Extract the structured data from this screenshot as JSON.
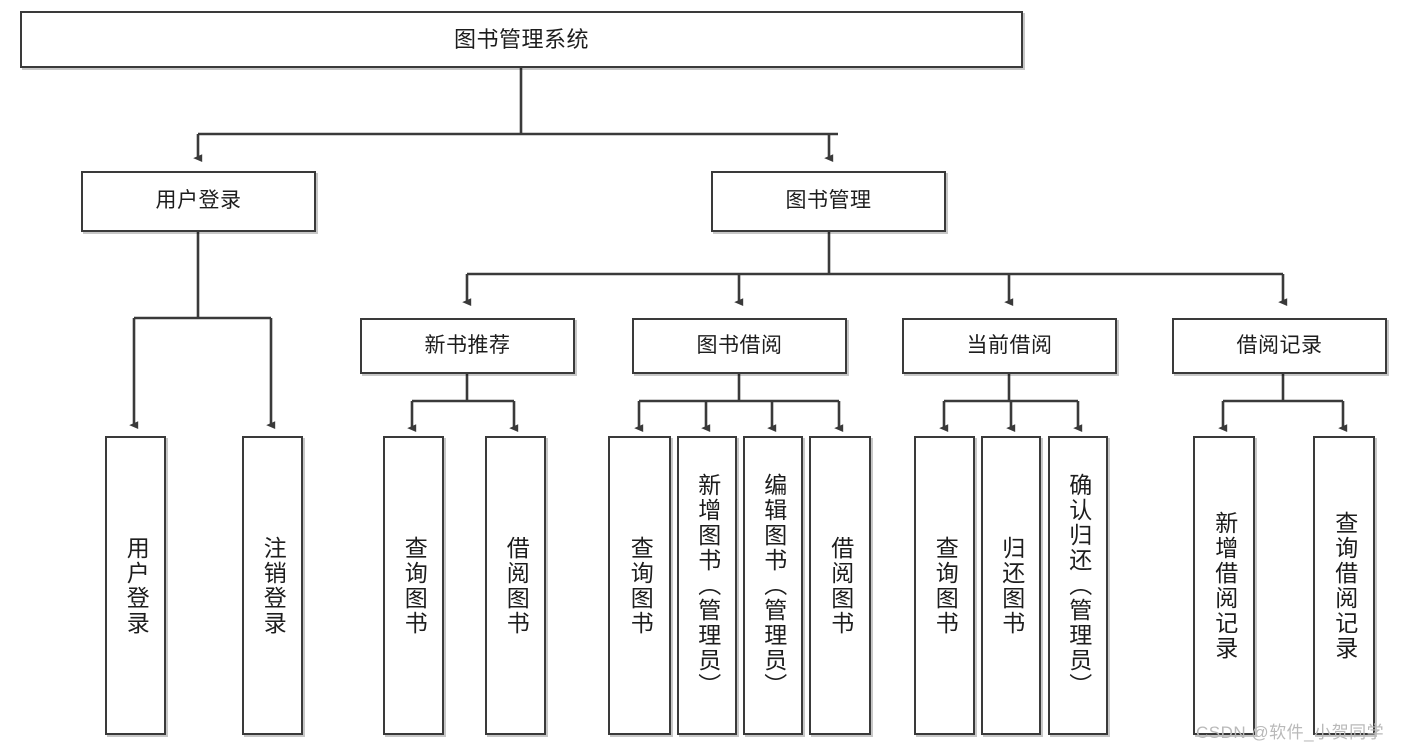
{
  "diagram": {
    "title": "图书管理系统",
    "watermark": "CSDN @软件_小贺同学",
    "line_color": "#3a3a3a",
    "box_fill": "#ffffff",
    "text_color": "#1d1d1d",
    "levels": {
      "level1": [
        {
          "id": "root",
          "label": "图书管理系统"
        }
      ],
      "level2": [
        {
          "id": "user-login",
          "label": "用户登录"
        },
        {
          "id": "book-manage",
          "label": "图书管理"
        }
      ],
      "level3": [
        {
          "id": "new-book-rec",
          "label": "新书推荐"
        },
        {
          "id": "book-borrow",
          "label": "图书借阅"
        },
        {
          "id": "current-borrow",
          "label": "当前借阅"
        },
        {
          "id": "borrow-record",
          "label": "借阅记录"
        }
      ],
      "leaves": [
        {
          "id": "leaf-user-login",
          "label": "用户登录",
          "parent": "user-login"
        },
        {
          "id": "leaf-logout-login",
          "label": "注销登录",
          "parent": "user-login"
        },
        {
          "id": "leaf-query-book-1",
          "label": "查询图书",
          "parent": "new-book-rec"
        },
        {
          "id": "leaf-borrow-book-1",
          "label": "借阅图书",
          "parent": "new-book-rec"
        },
        {
          "id": "leaf-query-book-2",
          "label": "查询图书",
          "parent": "book-borrow"
        },
        {
          "id": "leaf-add-book",
          "label": "新增图书（管理员）",
          "parent": "book-borrow"
        },
        {
          "id": "leaf-edit-book",
          "label": "编辑图书（管理员）",
          "parent": "book-borrow"
        },
        {
          "id": "leaf-borrow-book-2",
          "label": "借阅图书",
          "parent": "book-borrow"
        },
        {
          "id": "leaf-query-book-3",
          "label": "查询图书",
          "parent": "current-borrow"
        },
        {
          "id": "leaf-return-book",
          "label": "归还图书",
          "parent": "current-borrow"
        },
        {
          "id": "leaf-confirm-return",
          "label": "确认归还（管理员）",
          "parent": "current-borrow"
        },
        {
          "id": "leaf-add-record",
          "label": "新增借阅记录",
          "parent": "borrow-record"
        },
        {
          "id": "leaf-query-record",
          "label": "查询借阅记录",
          "parent": "borrow-record"
        }
      ]
    }
  }
}
